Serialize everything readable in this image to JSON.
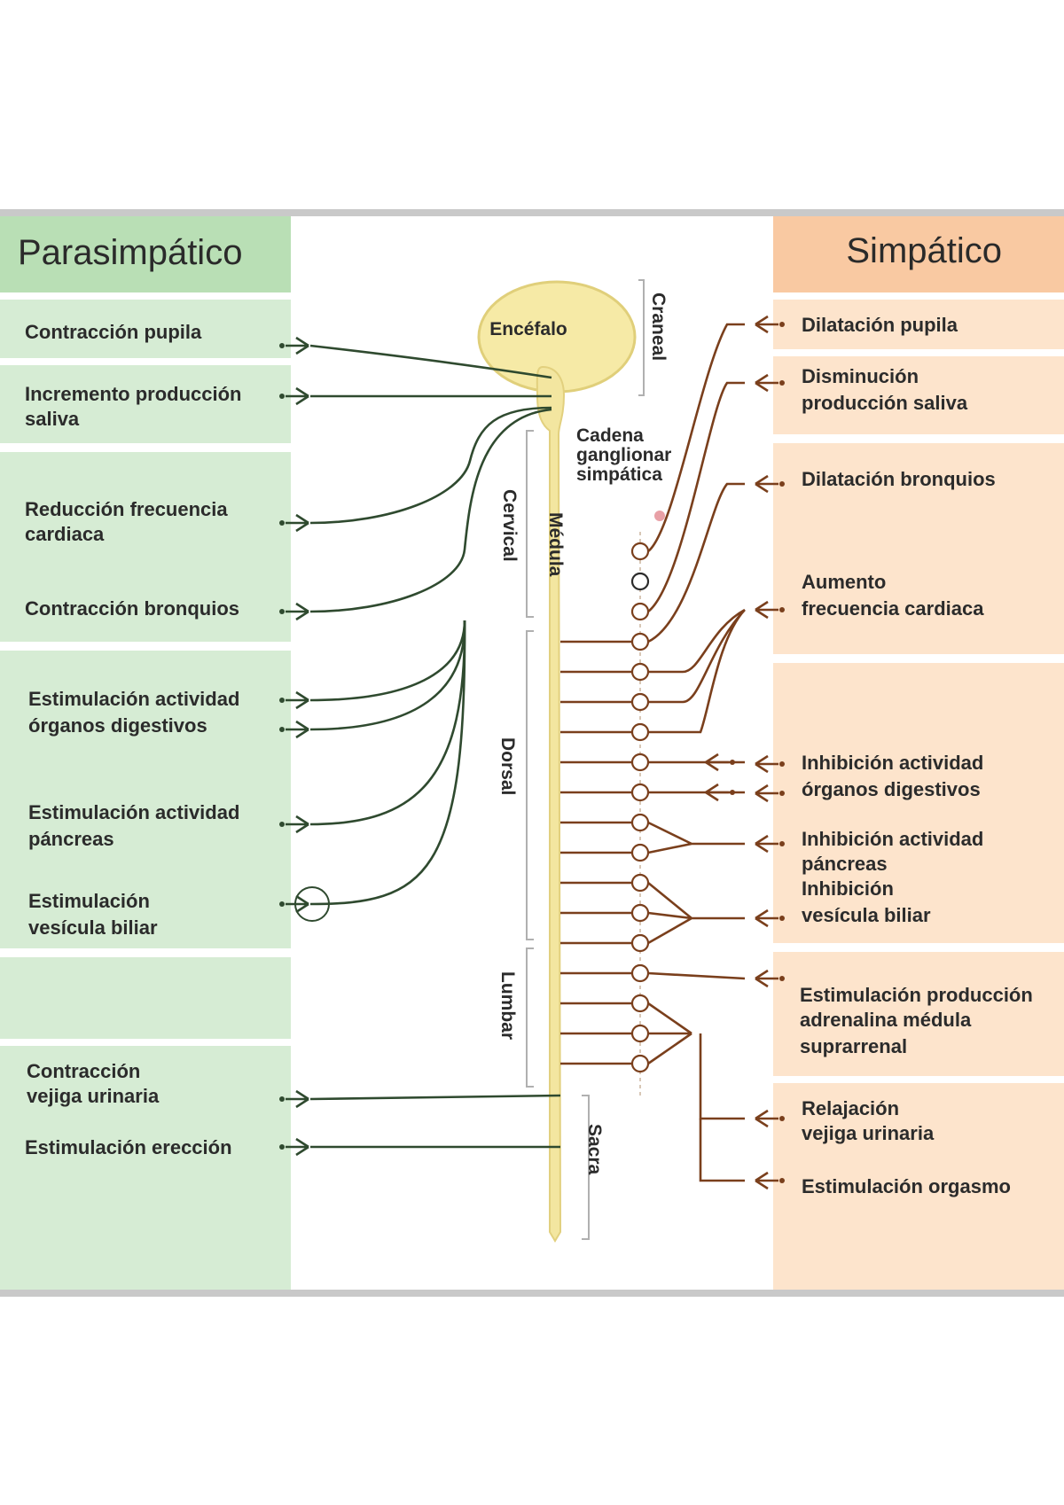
{
  "headers": {
    "left": "Parasimpático",
    "right": "Simpático"
  },
  "center": {
    "brain": "Encéfalo",
    "cord": "Médula",
    "chain": [
      "Cadena",
      "ganglionar",
      "simpática"
    ],
    "regions": {
      "craneal": "Craneal",
      "cervical": "Cervical",
      "dorsal": "Dorsal",
      "lumbar": "Lumbar",
      "sacra": "Sacra"
    }
  },
  "parasympathetic": [
    {
      "lines": [
        "Contracción pupila"
      ]
    },
    {
      "lines": [
        "Incremento producción",
        "saliva"
      ]
    },
    {
      "lines": [
        "Reducción frecuencia",
        "cardiaca"
      ]
    },
    {
      "lines": [
        "Contracción bronquios"
      ]
    },
    {
      "lines": [
        "Estimulación actividad",
        "órganos digestivos"
      ]
    },
    {
      "lines": [
        "Estimulación actividad",
        "páncreas"
      ]
    },
    {
      "lines": [
        "Estimulación",
        "vesícula biliar"
      ]
    },
    {
      "lines": [
        "Contracción",
        "vejiga urinaria"
      ]
    },
    {
      "lines": [
        "Estimulación erección"
      ]
    }
  ],
  "sympathetic": [
    {
      "lines": [
        "Dilatación pupila"
      ]
    },
    {
      "lines": [
        "Disminución",
        "producción saliva"
      ]
    },
    {
      "lines": [
        "Dilatación bronquios"
      ]
    },
    {
      "lines": [
        "Aumento",
        "frecuencia cardiaca"
      ]
    },
    {
      "lines": [
        "Inhibición actividad",
        "órganos digestivos"
      ]
    },
    {
      "lines": [
        "Inhibición actividad",
        "páncreas"
      ]
    },
    {
      "lines": [
        "Inhibición",
        "vesícula biliar"
      ]
    },
    {
      "lines": [
        "Estimulación producción",
        "adrenalina médula",
        "suprarrenal"
      ]
    },
    {
      "lines": [
        "Relajación",
        "vejiga urinaria"
      ]
    },
    {
      "lines": [
        "Estimulación orgasmo"
      ]
    }
  ],
  "colors": {
    "parasympathetic_panel": "#d6ecd4",
    "parasympathetic_header": "#b9dfb5",
    "sympathetic_panel": "#fde4cc",
    "sympathetic_header": "#f9c9a2",
    "cord": "#f3e6a0",
    "green_nerve": "#2f4a2f",
    "brown_nerve": "#7a3f1c"
  }
}
